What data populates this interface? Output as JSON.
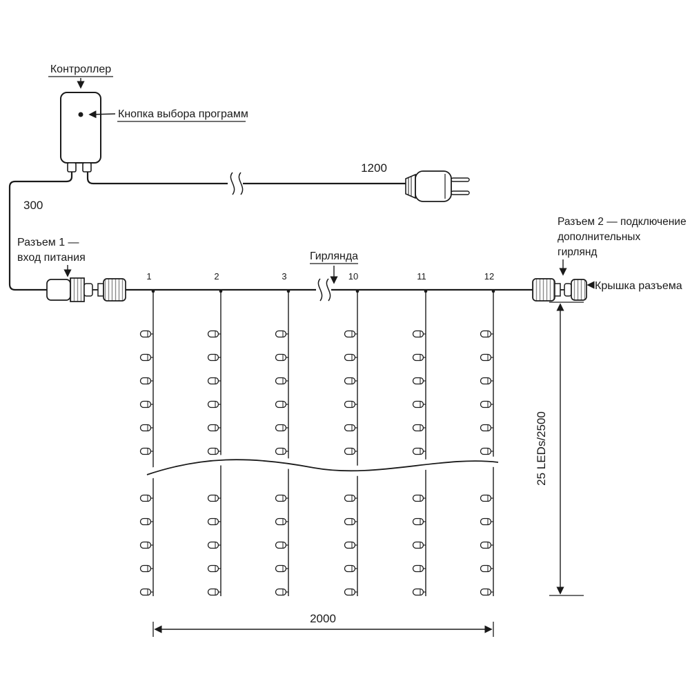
{
  "diagram": {
    "controller": {
      "label": "Контроллер",
      "button_label": "Кнопка выбора программ"
    },
    "lengths": {
      "lead": "300",
      "cord": "1200"
    },
    "connector1": {
      "line1": "Разъем 1 —",
      "line2": "вход питания"
    },
    "connector2": {
      "line1": "Разъем 2 — подключение",
      "line2": "дополнительных",
      "line3": "гирлянд"
    },
    "cap_label": "Крышка разъема",
    "garland_label": "Гирлянда",
    "drops": [
      "1",
      "2",
      "3",
      "10",
      "11",
      "12"
    ],
    "width_label": "2000",
    "height_label": "25 LEDs/2500",
    "colors": {
      "ink": "#1a1a1a",
      "rib": "#8a8a8a",
      "background": "#ffffff"
    }
  }
}
